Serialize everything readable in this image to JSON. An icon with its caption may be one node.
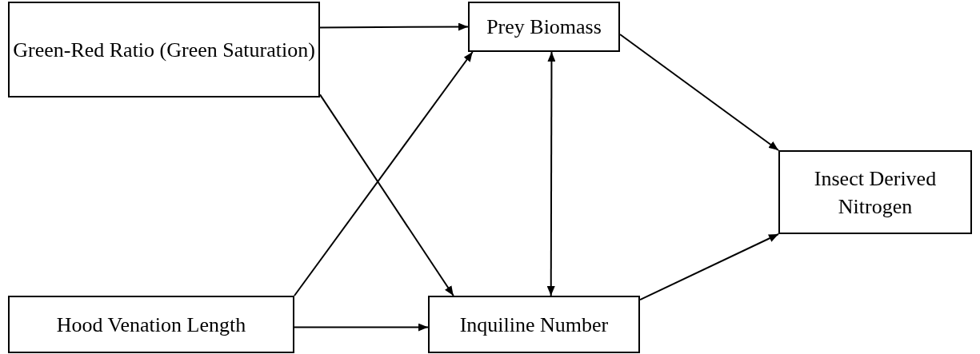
{
  "diagram": {
    "nodes": [
      {
        "text": [
          "Green-Red Ratio (Green Saturation)"
        ]
      },
      {
        "text": [
          "Prey Biomass"
        ]
      },
      {
        "text": [
          "Insect Derived Nitrogen"
        ]
      },
      {
        "text": [
          "Hood Venation Length"
        ]
      },
      {
        "text": [
          "Inquiline Number"
        ]
      }
    ],
    "edges": [
      {
        "from": 0,
        "to": 1,
        "arrow": "to"
      },
      {
        "from": 0,
        "to": 4,
        "arrow": "to"
      },
      {
        "from": 3,
        "to": 1,
        "arrow": "to"
      },
      {
        "from": 3,
        "to": 4,
        "arrow": "to"
      },
      {
        "from": 1,
        "to": 4,
        "arrow": "both"
      },
      {
        "from": 1,
        "to": 2,
        "arrow": "to"
      },
      {
        "from": 4,
        "to": 2,
        "arrow": "to"
      }
    ]
  }
}
